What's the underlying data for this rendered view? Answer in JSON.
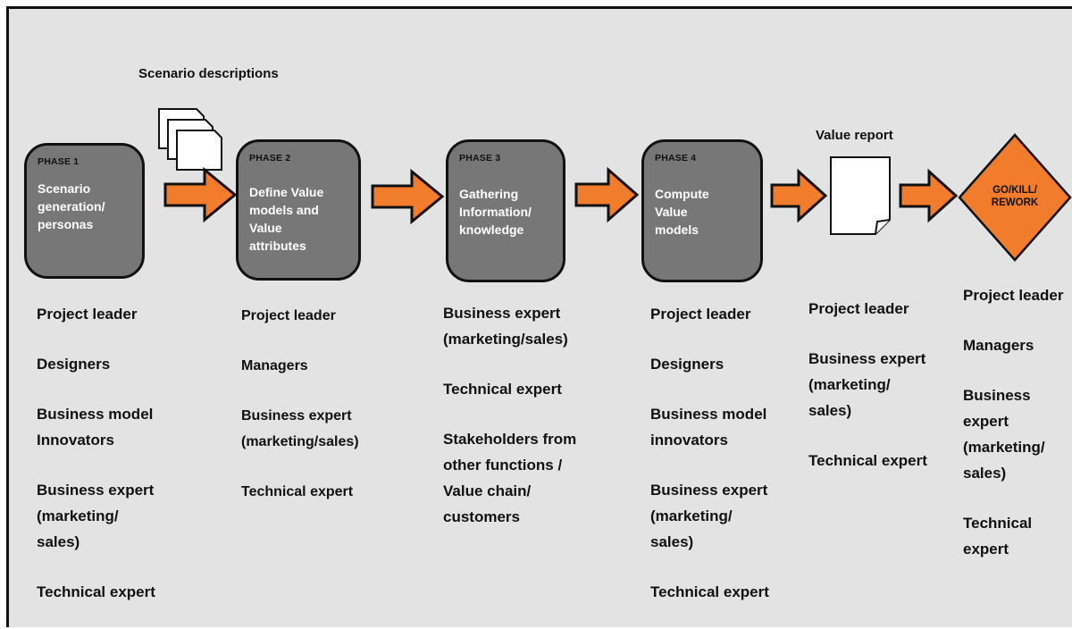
{
  "colors": {
    "background": "#e3e3e3",
    "phase_box": "#777777",
    "arrow": "#f07c2c",
    "decision": "#f07c2c",
    "outline": "#111111"
  },
  "scenario_label": "Scenario descriptions",
  "value_report_label": "Value report",
  "phases": [
    {
      "number": "PHASE 1",
      "description": [
        "Scenario",
        "generation/",
        "personas"
      ]
    },
    {
      "number": "PHASE 2",
      "description": [
        "Define Value",
        "models and",
        "Value",
        "attributes"
      ]
    },
    {
      "number": "PHASE 3",
      "description": [
        "Gathering",
        "Information/",
        "knowledge"
      ]
    },
    {
      "number": "PHASE 4",
      "description": [
        "Compute",
        "Value",
        "models"
      ]
    }
  ],
  "decision": {
    "label": [
      "GO/KILL/",
      "REWORK"
    ]
  },
  "roles": {
    "phase1": [
      "Project leader",
      "Designers",
      "Business model\nInnovators",
      "Business expert\n(marketing/\nsales)",
      "Technical expert"
    ],
    "phase2": [
      "Project leader",
      "Managers",
      "Business expert\n(marketing/sales)",
      "Technical expert"
    ],
    "phase3": [
      "Business expert\n(marketing/sales)",
      "Technical expert",
      "Stakeholders from\nother functions /\nValue chain/\ncustomers"
    ],
    "phase4": [
      "Project leader",
      "Designers",
      "Business model\ninnovators",
      "Business expert\n(marketing/\nsales)",
      "Technical expert"
    ],
    "value_report": [
      "Project leader",
      "Business expert\n(marketing/\nsales)",
      "Technical expert"
    ],
    "decision": [
      "Project leader",
      "Managers",
      "Business\nexpert\n(marketing/\nsales)",
      "Technical\nexpert"
    ]
  }
}
